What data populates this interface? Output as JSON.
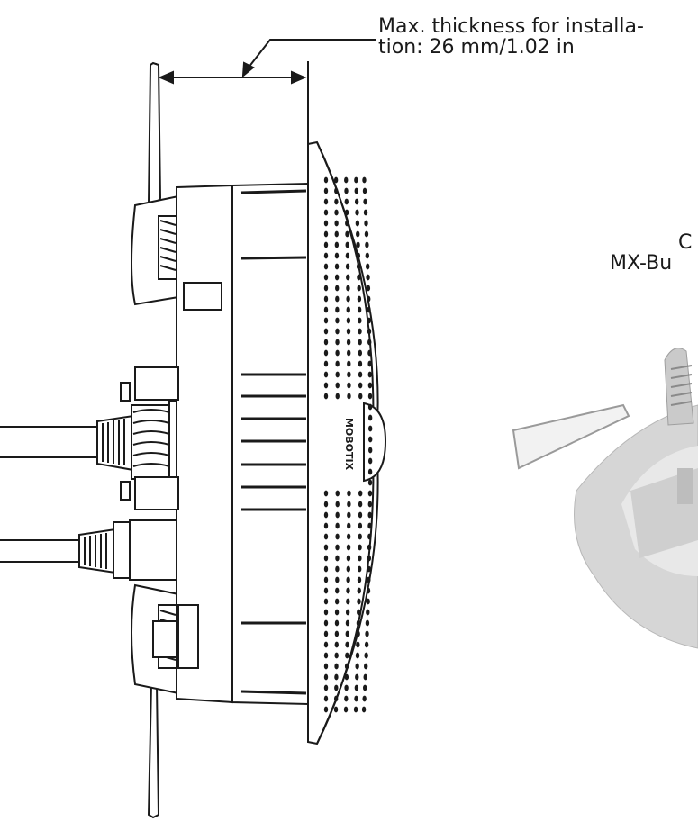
{
  "annotations": {
    "thickness_line1": "Max. thickness for installa-",
    "thickness_line2": "tion: 26 mm/1.02 in",
    "partial_line1": "C",
    "partial_line2": "MX-Bu"
  },
  "device": {
    "front_marking": "MOBOTIX"
  },
  "colors": {
    "stroke": "#1a1a1a",
    "housing": "#ffffff",
    "photo_gray": "#c9c9c9"
  }
}
